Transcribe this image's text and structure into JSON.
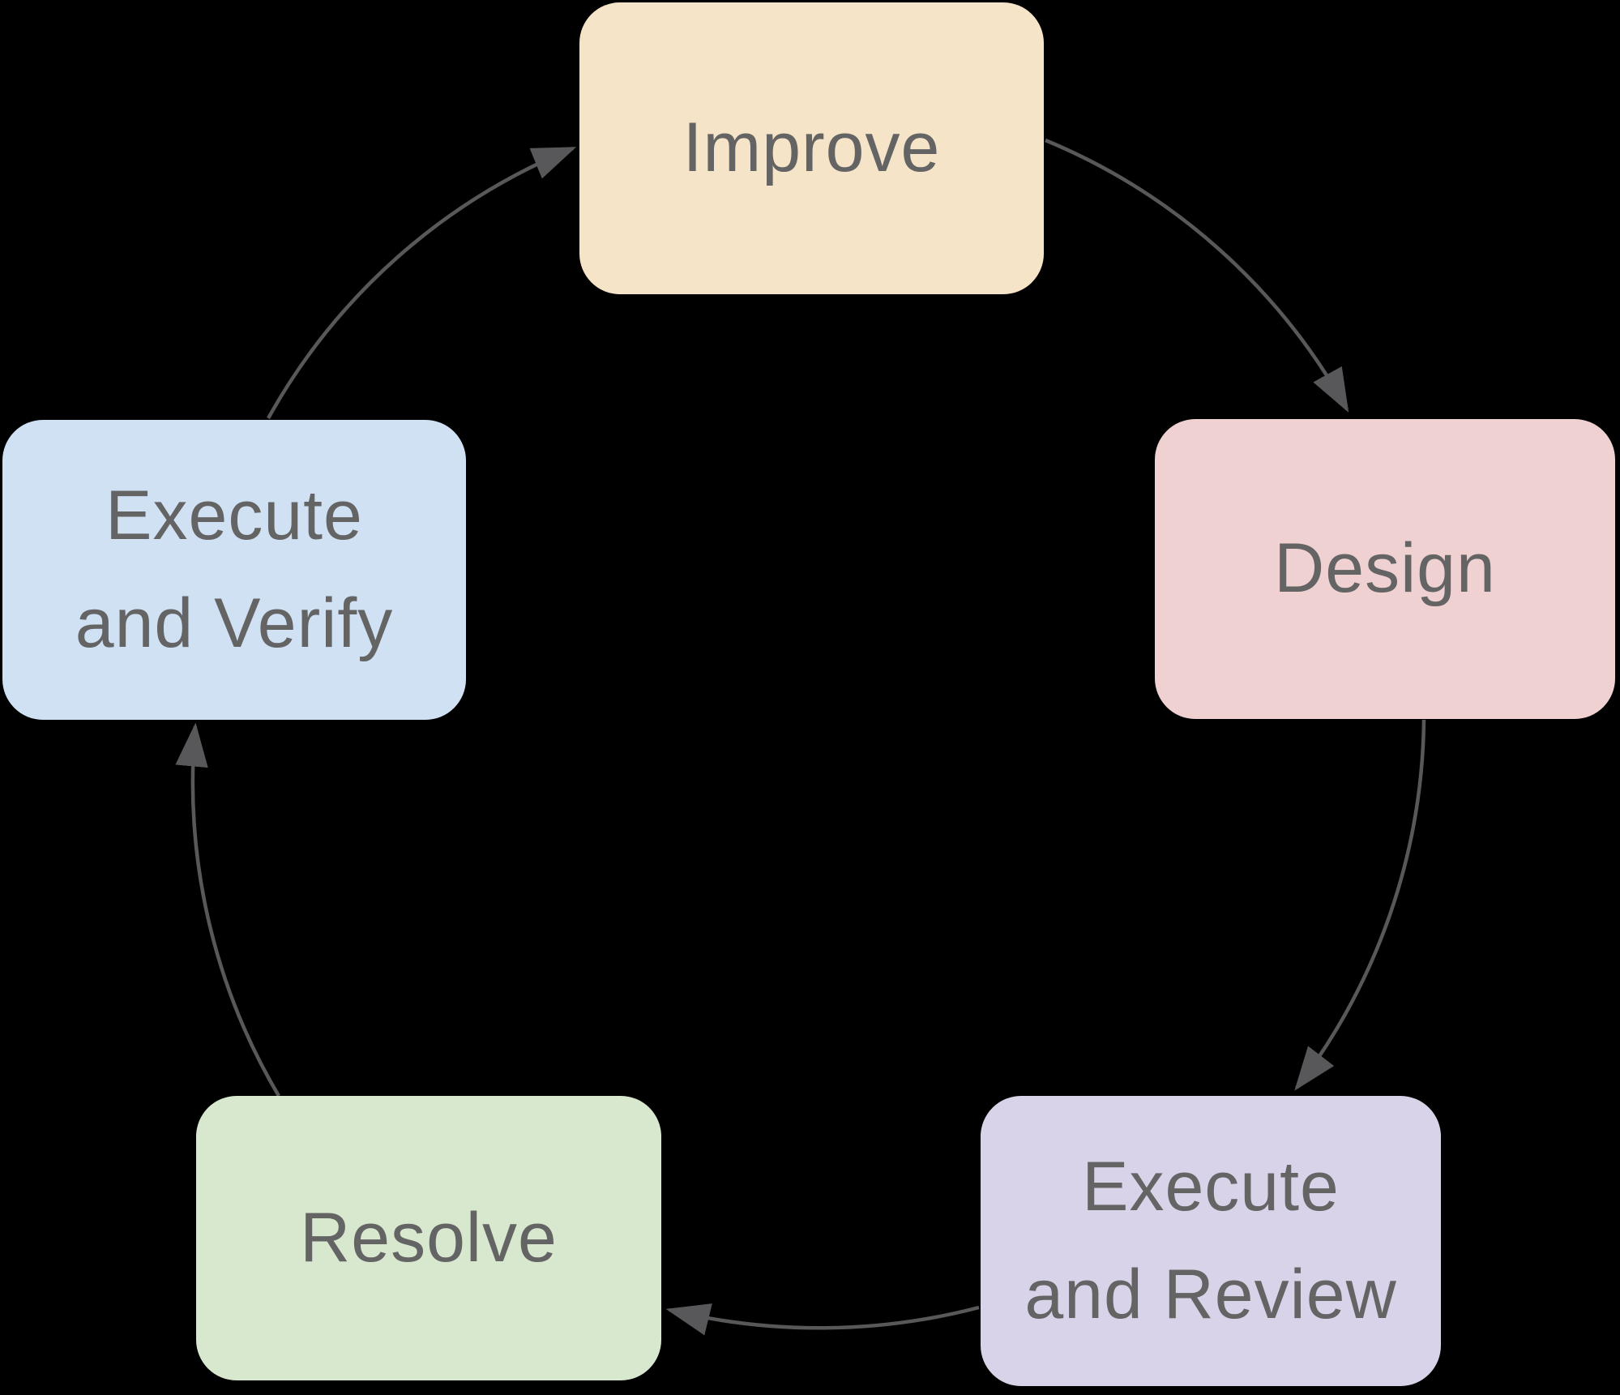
{
  "diagram": {
    "type": "cycle-flowchart",
    "background_color": "#000000",
    "stroke_color": "#58585A",
    "text_color": "#646464",
    "nodes": [
      {
        "id": "improve",
        "label": "Improve",
        "lines": [
          "Improve"
        ],
        "fill": "#F5E4C7"
      },
      {
        "id": "design",
        "label": "Design",
        "lines": [
          "Design"
        ],
        "fill": "#F0D1D1"
      },
      {
        "id": "execute-review",
        "label": "Execute and Review",
        "lines": [
          "Execute",
          "and Review"
        ],
        "fill": "#D9D3E9"
      },
      {
        "id": "resolve",
        "label": "Resolve",
        "lines": [
          "Resolve"
        ],
        "fill": "#D8E8CE"
      },
      {
        "id": "execute-verify",
        "label": "Execute and Verify",
        "lines": [
          "Execute",
          "and Verify"
        ],
        "fill": "#CFE1F3"
      }
    ],
    "edges": [
      {
        "from": "Improve",
        "to": "Design"
      },
      {
        "from": "Design",
        "to": "Execute and Review"
      },
      {
        "from": "Execute and Review",
        "to": "Resolve"
      },
      {
        "from": "Resolve",
        "to": "Execute and Verify"
      },
      {
        "from": "Execute and Verify",
        "to": "Improve"
      }
    ]
  }
}
